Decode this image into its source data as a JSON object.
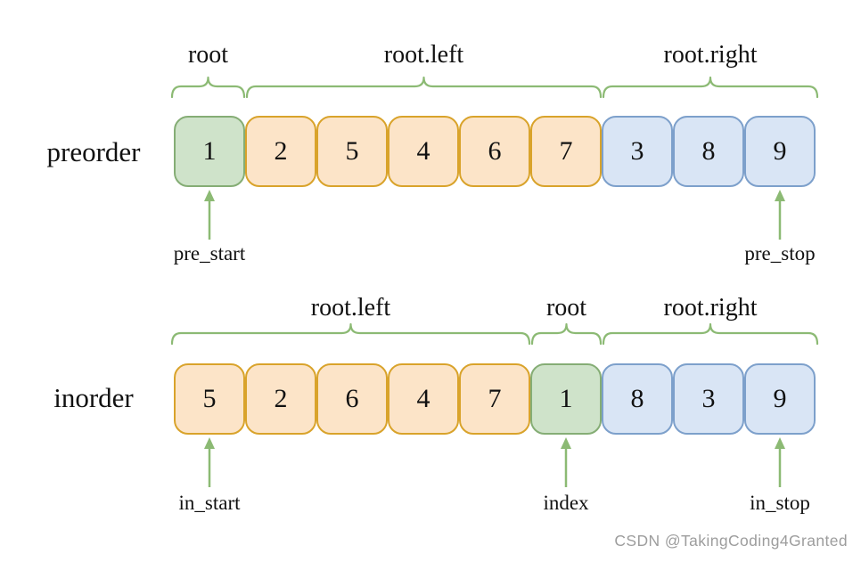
{
  "colors": {
    "green_fill": "#cfe3ca",
    "green_border": "#85ad75",
    "orange_fill": "#fce4c8",
    "orange_border": "#d9a32b",
    "blue_fill": "#d9e5f5",
    "blue_border": "#7da0cb",
    "annotation_green": "#8cba74",
    "watermark_gray": "#9d9d9d"
  },
  "rows": [
    {
      "label": "preorder",
      "cells": [
        {
          "value": "1",
          "color": "green"
        },
        {
          "value": "2",
          "color": "orange"
        },
        {
          "value": "5",
          "color": "orange"
        },
        {
          "value": "4",
          "color": "orange"
        },
        {
          "value": "6",
          "color": "orange"
        },
        {
          "value": "7",
          "color": "orange"
        },
        {
          "value": "3",
          "color": "blue"
        },
        {
          "value": "8",
          "color": "blue"
        },
        {
          "value": "9",
          "color": "blue"
        }
      ],
      "braces": [
        {
          "label": "root",
          "from": 0,
          "to": 0
        },
        {
          "label": "root.left",
          "from": 1,
          "to": 5
        },
        {
          "label": "root.right",
          "from": 6,
          "to": 8
        }
      ],
      "pointers": [
        {
          "label": "pre_start",
          "box": 0
        },
        {
          "label": "pre_stop",
          "box": 8
        }
      ]
    },
    {
      "label": "inorder",
      "cells": [
        {
          "value": "5",
          "color": "orange"
        },
        {
          "value": "2",
          "color": "orange"
        },
        {
          "value": "6",
          "color": "orange"
        },
        {
          "value": "4",
          "color": "orange"
        },
        {
          "value": "7",
          "color": "orange"
        },
        {
          "value": "1",
          "color": "green"
        },
        {
          "value": "8",
          "color": "blue"
        },
        {
          "value": "3",
          "color": "blue"
        },
        {
          "value": "9",
          "color": "blue"
        }
      ],
      "braces": [
        {
          "label": "root.left",
          "from": 0,
          "to": 4
        },
        {
          "label": "root",
          "from": 5,
          "to": 5
        },
        {
          "label": "root.right",
          "from": 6,
          "to": 8
        }
      ],
      "pointers": [
        {
          "label": "in_start",
          "box": 0
        },
        {
          "label": "index",
          "box": 5
        },
        {
          "label": "in_stop",
          "box": 8
        }
      ]
    }
  ],
  "watermark": "CSDN @TakingCoding4Granted"
}
